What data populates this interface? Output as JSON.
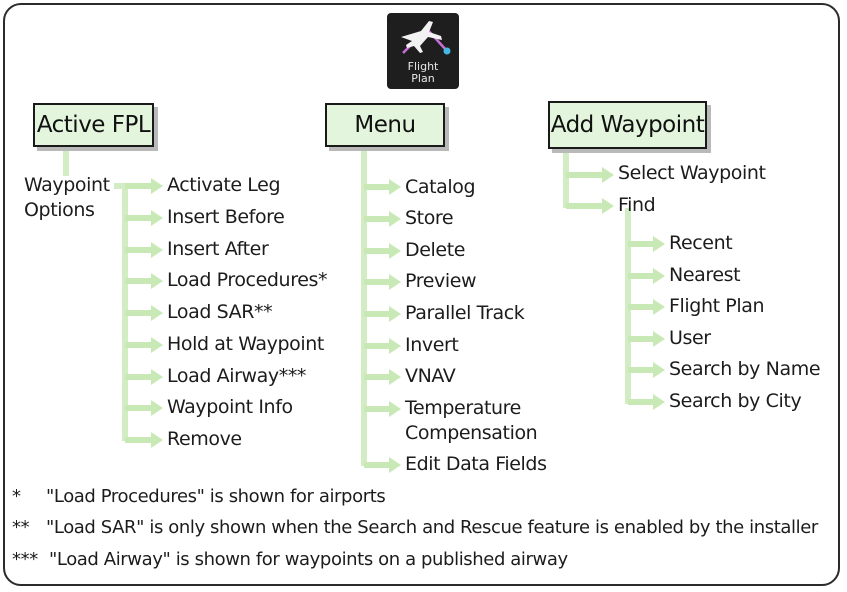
{
  "icon": {
    "name": "flight-plan-icon",
    "label_line1": "Flight",
    "label_line2": "Plan"
  },
  "columns": {
    "active_fpl": {
      "title": "Active FPL",
      "sub_line1": "Waypoint",
      "sub_line2": "Options",
      "items": [
        "Activate Leg",
        "Insert Before",
        "Insert After",
        "Load Procedures*",
        "Load SAR**",
        "Hold at Waypoint",
        "Load Airway***",
        "Waypoint Info",
        "Remove"
      ]
    },
    "menu": {
      "title": "Menu",
      "items": [
        "Catalog",
        "Store",
        "Delete",
        "Preview",
        "Parallel Track",
        "Invert",
        "VNAV"
      ],
      "temp_line1": "Temperature",
      "temp_line2": "Compensation",
      "last_item": "Edit Data Fields"
    },
    "add_waypoint": {
      "title": "Add Waypoint",
      "items": [
        "Select Waypoint",
        "Find"
      ],
      "find_items": [
        "Recent",
        "Nearest",
        "Flight Plan",
        "User",
        "Search by Name",
        "Search by City"
      ]
    }
  },
  "footnotes": [
    {
      "mark": "*",
      "text": "\"Load Procedures\" is shown for airports"
    },
    {
      "mark": "**",
      "text": "\"Load SAR\" is only shown when the Search and Rescue feature is enabled by the installer"
    },
    {
      "mark": "***",
      "text": "\"Load Airway\" is shown for waypoints on a published airway"
    }
  ],
  "colors": {
    "header_fill": "#e4f5dd",
    "connector": "#d2ecc4",
    "arrow": "#c8e9b6",
    "border": "#2b2b2b"
  }
}
